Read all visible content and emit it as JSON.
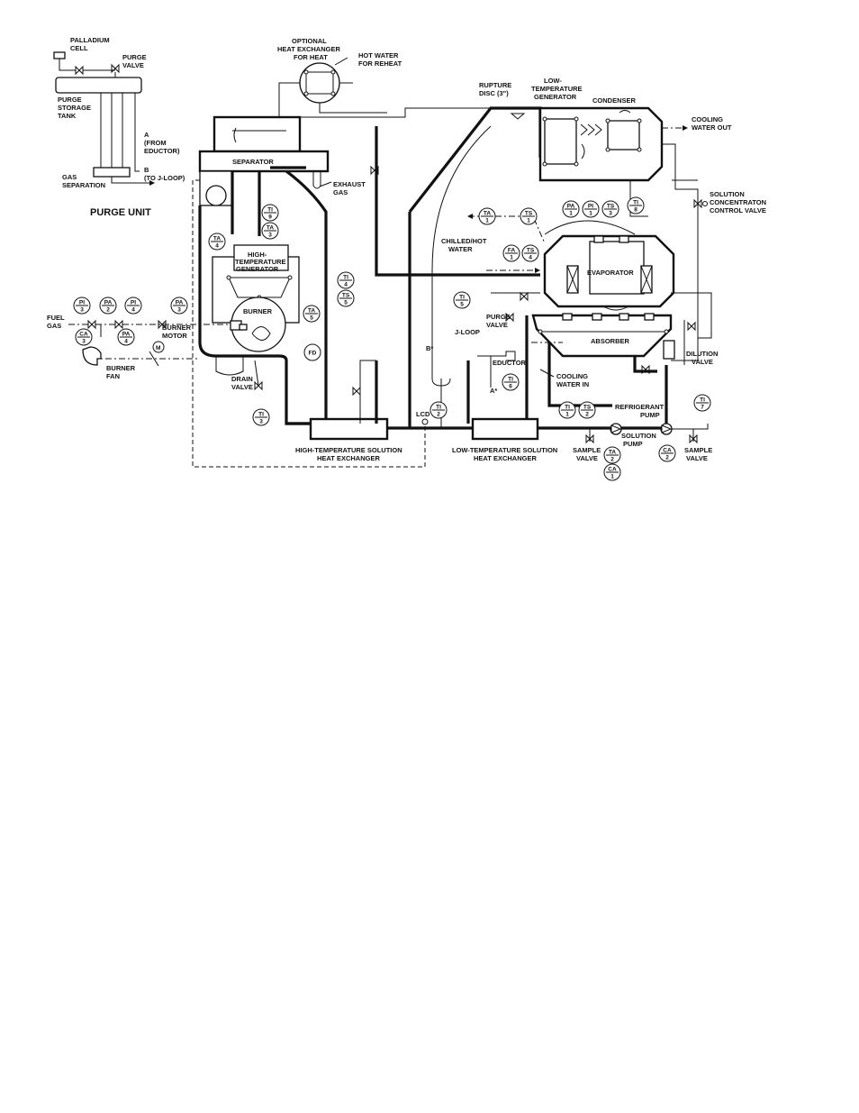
{
  "purge": {
    "palladium_cell": [
      "PALLADIUM",
      "CELL"
    ],
    "purge_valve": [
      "PURGE",
      "VALVE"
    ],
    "storage_tank": [
      "PURGE",
      "STORAGE",
      "TANK"
    ],
    "port_a": [
      "A",
      "(FROM",
      "EDUCTOR)"
    ],
    "port_b": [
      "B",
      "(TO J-LOOP)"
    ],
    "gas_separation": [
      "GAS",
      "SEPARATION"
    ],
    "title": "PURGE UNIT"
  },
  "labels": {
    "optional_hx": [
      "OPTIONAL",
      "HEAT EXCHANGER",
      "FOR HEAT"
    ],
    "hot_water_reheat": [
      "HOT WATER",
      "FOR REHEAT"
    ],
    "separator": "SEPARATOR",
    "exhaust_gas": [
      "EXHAUST",
      "GAS"
    ],
    "ht_generator": [
      "HIGH-",
      "TEMPERATURE",
      "GENERATOR"
    ],
    "burner": "BURNER",
    "fuel_gas": [
      "FUEL",
      "GAS"
    ],
    "burner_motor": [
      "BURNER",
      "MOTOR"
    ],
    "motor_symbol": "M",
    "burner_fan": [
      "BURNER",
      "FAN"
    ],
    "drain_valve": [
      "DRAIN",
      "VALVE"
    ],
    "ht_solution_hx": [
      "HIGH-TEMPERATURE SOLUTION",
      "HEAT EXCHANGER"
    ],
    "lcd": "LCD",
    "lt_solution_hx": [
      "LOW-TEMPERATURE SOLUTION",
      "HEAT EXCHANGER"
    ],
    "rupture_disc": [
      "RUPTURE",
      "DISC (3\")"
    ],
    "lt_generator": [
      "LOW-",
      "TEMPERATURE",
      "GENERATOR"
    ],
    "condenser": "CONDENSER",
    "cooling_water_out": [
      "COOLING",
      "WATER OUT"
    ],
    "solution_concentration_valve": [
      "SOLUTION",
      "CONCENTRATON",
      "CONTROL VALVE"
    ],
    "chilled_hot_water": [
      "CHILLED/HOT",
      "WATER"
    ],
    "evaporator": "EVAPORATOR",
    "absorber": "ABSORBER",
    "dilution_valve": [
      "DILUTION",
      "VALVE"
    ],
    "purge_valve2": [
      "PURGE",
      "VALVE"
    ],
    "j_loop": "J-LOOP",
    "eductor": "EDUCTOR",
    "b_star": "B*",
    "a_star": "A*",
    "cooling_water_in": [
      "COOLING",
      "WATER IN"
    ],
    "refrigerant_pump": [
      "REFRIGERANT",
      "PUMP"
    ],
    "solution_pump": [
      "SOLUTION",
      "PUMP"
    ],
    "sample_valve_1": [
      "SAMPLE",
      "VALVE"
    ],
    "sample_valve_2": [
      "SAMPLE",
      "VALVE"
    ]
  },
  "instruments": [
    {
      "id": "pi3",
      "top": "PI",
      "bot": "3"
    },
    {
      "id": "pa2",
      "top": "PA",
      "bot": "2"
    },
    {
      "id": "pi4",
      "top": "PI",
      "bot": "4"
    },
    {
      "id": "pa3",
      "top": "PA",
      "bot": "3"
    },
    {
      "id": "ca3",
      "top": "CA",
      "bot": "3"
    },
    {
      "id": "pa4",
      "top": "PA",
      "bot": "4"
    },
    {
      "id": "ta4",
      "top": "TA",
      "bot": "4"
    },
    {
      "id": "ti9",
      "top": "TI",
      "bot": "9"
    },
    {
      "id": "ta3",
      "top": "TA",
      "bot": "3"
    },
    {
      "id": "ti4",
      "top": "TI",
      "bot": "4"
    },
    {
      "id": "ts5",
      "top": "TS",
      "bot": "5"
    },
    {
      "id": "ta5",
      "top": "TA",
      "bot": "5"
    },
    {
      "id": "fd",
      "top": "FD",
      "bot": ""
    },
    {
      "id": "ti3",
      "top": "TI",
      "bot": "3"
    },
    {
      "id": "ti2",
      "top": "TI",
      "bot": "2"
    },
    {
      "id": "pa1",
      "top": "PA",
      "bot": "1"
    },
    {
      "id": "pi1",
      "top": "PI",
      "bot": "1"
    },
    {
      "id": "ts3",
      "top": "TS",
      "bot": "3"
    },
    {
      "id": "ti8",
      "top": "TI",
      "bot": "8"
    },
    {
      "id": "ta1",
      "top": "TA",
      "bot": "1"
    },
    {
      "id": "ts1",
      "top": "TS",
      "bot": "1"
    },
    {
      "id": "fa1",
      "top": "FA",
      "bot": "1"
    },
    {
      "id": "ts4",
      "top": "TS",
      "bot": "4"
    },
    {
      "id": "ti5",
      "top": "TI",
      "bot": "5"
    },
    {
      "id": "ti6",
      "top": "TI",
      "bot": "6"
    },
    {
      "id": "ti1",
      "top": "TI",
      "bot": "1"
    },
    {
      "id": "ts2",
      "top": "TS",
      "bot": "2"
    },
    {
      "id": "ta2",
      "top": "TA",
      "bot": "2"
    },
    {
      "id": "ca1",
      "top": "CA",
      "bot": "1"
    },
    {
      "id": "ca2",
      "top": "CA",
      "bot": "2"
    },
    {
      "id": "ti7",
      "top": "TI",
      "bot": "7"
    }
  ]
}
